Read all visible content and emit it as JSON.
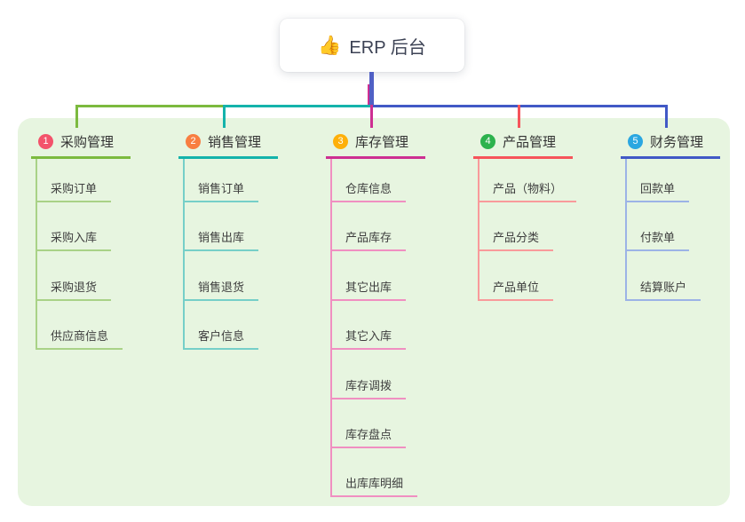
{
  "root": {
    "emoji": "👍",
    "label": "ERP 后台"
  },
  "colors": {
    "panel_bg": "#e7f5e0",
    "stem": "#5060c5",
    "stem_sliver": "#cd2f92"
  },
  "branches": [
    {
      "index": "1",
      "title": "采购管理",
      "badge_color": "#f3536b",
      "line_color": "#7cba3f",
      "child_line_color": "#a9d287",
      "children": [
        "采购订单",
        "采购入库",
        "采购退货",
        "供应商信息"
      ]
    },
    {
      "index": "2",
      "title": "销售管理",
      "badge_color": "#f87e41",
      "line_color": "#14b3ab",
      "child_line_color": "#76cfc8",
      "children": [
        "销售订单",
        "销售出库",
        "销售退货",
        "客户信息"
      ]
    },
    {
      "index": "3",
      "title": "库存管理",
      "badge_color": "#feb00a",
      "line_color": "#cd2f92",
      "child_line_color": "#f08fc1",
      "children": [
        "仓库信息",
        "产品库存",
        "其它出库",
        "其它入库",
        "库存调拨",
        "库存盘点",
        "出库库明细"
      ]
    },
    {
      "index": "4",
      "title": "产品管理",
      "badge_color": "#2cb24d",
      "line_color": "#f6545b",
      "child_line_color": "#f99a9b",
      "children": [
        "产品（物料）",
        "产品分类",
        "产品单位"
      ]
    },
    {
      "index": "5",
      "title": "财务管理",
      "badge_color": "#2ba7e1",
      "line_color": "#4159c6",
      "child_line_color": "#9cb3e6",
      "children": [
        "回款单",
        "付款单",
        "结算账户"
      ]
    }
  ]
}
